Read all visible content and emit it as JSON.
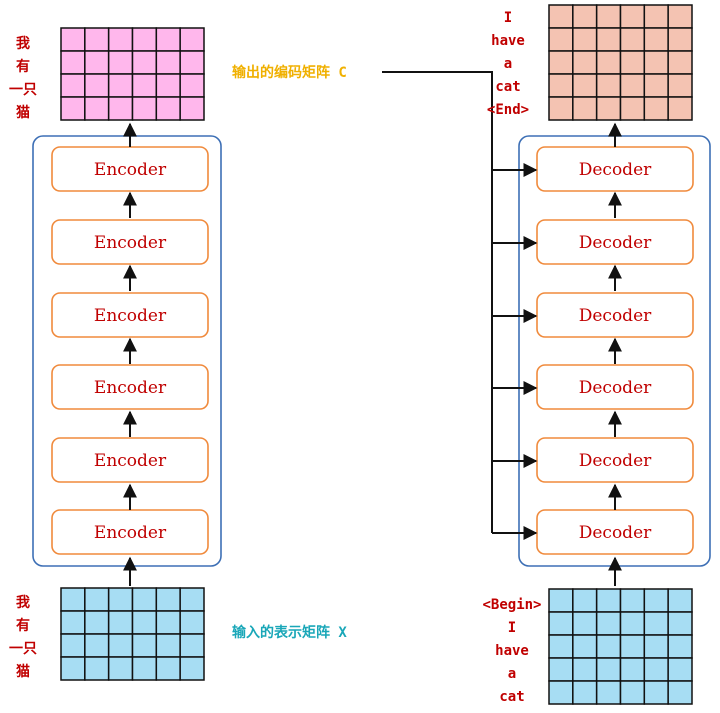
{
  "colors": {
    "pink_cell": "#ffb7ec",
    "peach_cell": "#f4c3b2",
    "blue_cell": "#a7ddf3",
    "grid_line": "#111111",
    "block_border": "#f08a3c",
    "stack_border": "#3d6fb5",
    "text_red": "#c00000",
    "text_gold": "#f0b000",
    "text_teal": "#1aa7b8"
  },
  "encoder": {
    "block_label": "Encoder",
    "block_count": 6,
    "input_tokens": [
      "我",
      "有",
      "一只",
      "猫"
    ],
    "output_tokens": [
      "我",
      "有",
      "一只",
      "猫"
    ],
    "input_caption": "输入的表示矩阵 X",
    "output_caption": "输出的编码矩阵 C"
  },
  "decoder": {
    "block_label": "Decoder",
    "block_count": 6,
    "input_tokens": [
      "<Begin>",
      "I",
      "have",
      "a",
      "cat"
    ],
    "output_tokens": [
      "I",
      "have",
      "a",
      "cat",
      "<End>"
    ]
  },
  "matrices": {
    "encoder_output": {
      "rows": 4,
      "cols": 6
    },
    "encoder_input": {
      "rows": 4,
      "cols": 6
    },
    "decoder_output": {
      "rows": 5,
      "cols": 6
    },
    "decoder_input": {
      "rows": 5,
      "cols": 6
    }
  }
}
